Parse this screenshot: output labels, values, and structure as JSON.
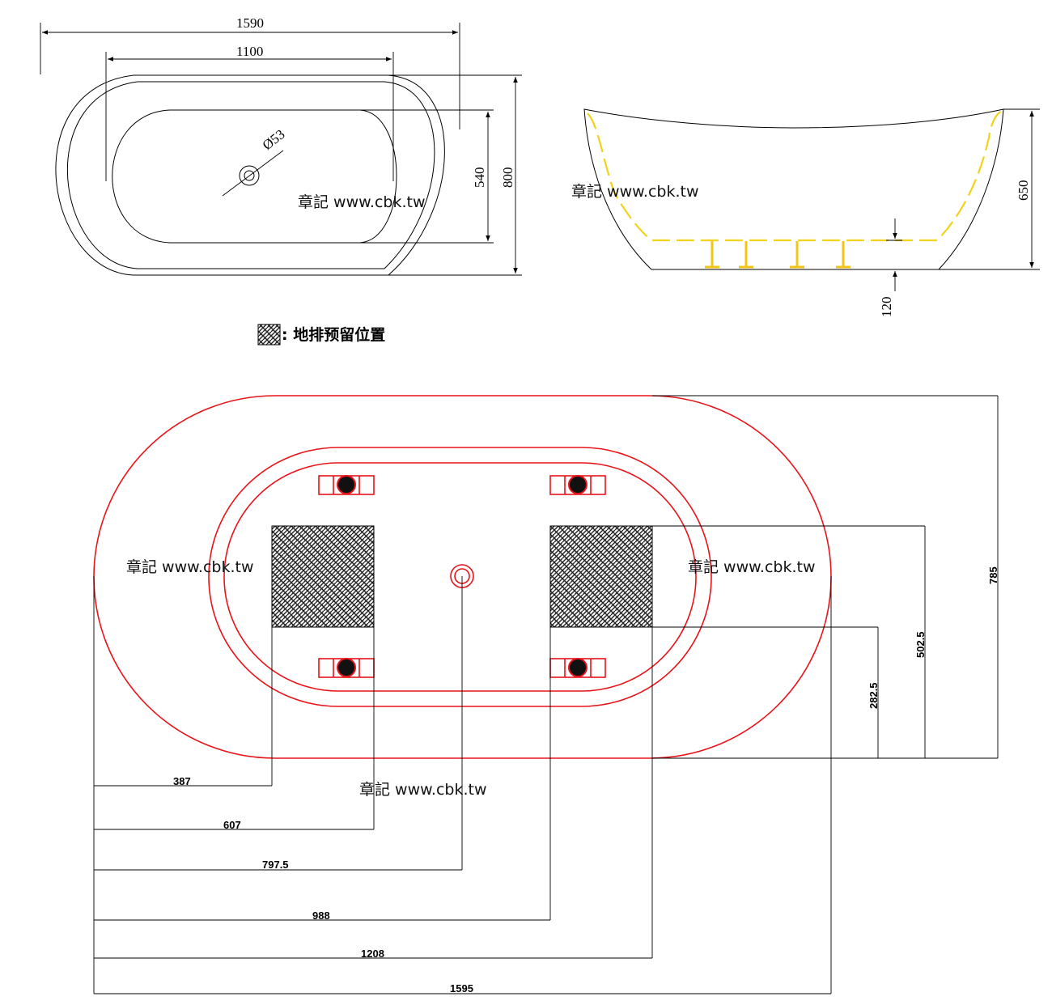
{
  "top_view": {
    "overall_length": "1590",
    "inner_length": "1100",
    "drain_diameter": "Ø53",
    "inner_width": "540",
    "overall_width": "800"
  },
  "side_view": {
    "height": "650",
    "foot_height": "120"
  },
  "legend": {
    "label": ": 地排预留位置"
  },
  "floor_plan": {
    "overall_width": "785",
    "dim_502_5": "502.5",
    "dim_282_5": "282.5",
    "dims_horizontal": [
      "387",
      "607",
      "797.5",
      "988",
      "1208",
      "1595"
    ]
  },
  "watermarks": [
    "章記 www.cbk.tw",
    "章記 www.cbk.tw",
    "章記 www.cbk.tw",
    "章記 www.cbk.tw",
    "章記 www.cbk.tw"
  ],
  "colors": {
    "outline": "#000000",
    "floor_plan": "#e8141a",
    "inner_shell": "#f2d21a",
    "drain_zone": "#2a2a2a"
  }
}
